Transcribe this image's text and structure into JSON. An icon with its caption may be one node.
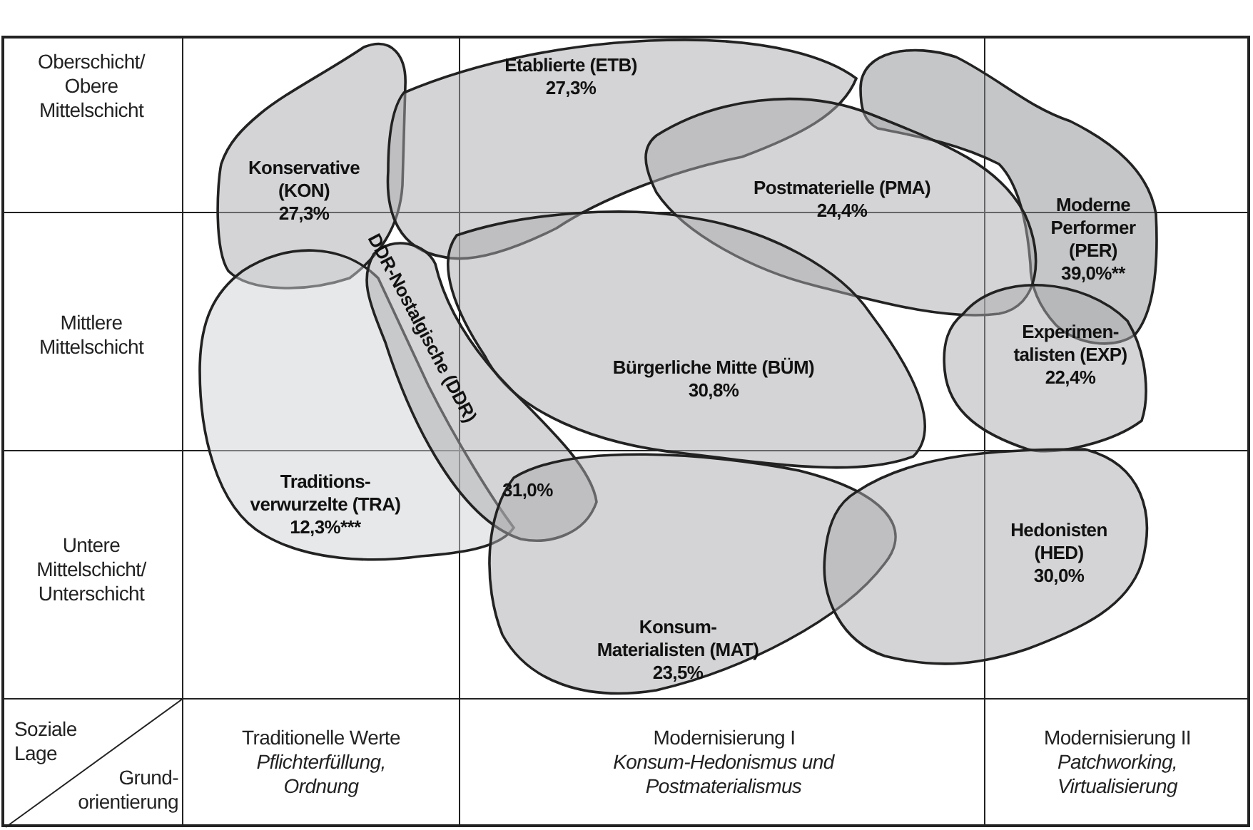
{
  "diagram": {
    "nodes": [
      {
        "text": [
          "Etablierte (ETB)",
          "27,3%"
        ]
      },
      {
        "text": [
          "Konservative (KON)",
          "27,3%"
        ]
      },
      {
        "text": [
          "Postmaterielle (PMA)",
          "24,4%"
        ]
      },
      {
        "text": [
          "Moderne Performer (PER)",
          "39,0%**"
        ]
      },
      {
        "text": [
          "DDR-Nostalgische (DDR)",
          "31,0%"
        ]
      },
      {
        "text": [
          "Bürgerliche Mitte (BÜM)",
          "30,8%"
        ]
      },
      {
        "text": [
          "Experimen- talisten (EXP)",
          "22,4%"
        ]
      },
      {
        "text": [
          "Traditions- verwurzelte (TRA)",
          "12,3%***"
        ]
      },
      {
        "text": [
          "Hedonisten (HED)",
          "30,0%"
        ]
      },
      {
        "text": [
          "Konsum- Materialisten (MAT)",
          "23,5%"
        ]
      }
    ],
    "edges": [],
    "labels": [
      "Oberschicht/ Obere Mittelschicht",
      "Mittlere Mittelschicht",
      "Untere Mittelschicht/ Unterschicht",
      "Soziale Lage",
      "Grund- orientierung",
      "Traditionelle Werte",
      "Pflichterfüllung, Ordnung",
      "Modernisierung I",
      "Konsum-Hedonismus und Postmaterialismus",
      "Modernisierung II",
      "Patchworking, Virtualisierung"
    ]
  }
}
